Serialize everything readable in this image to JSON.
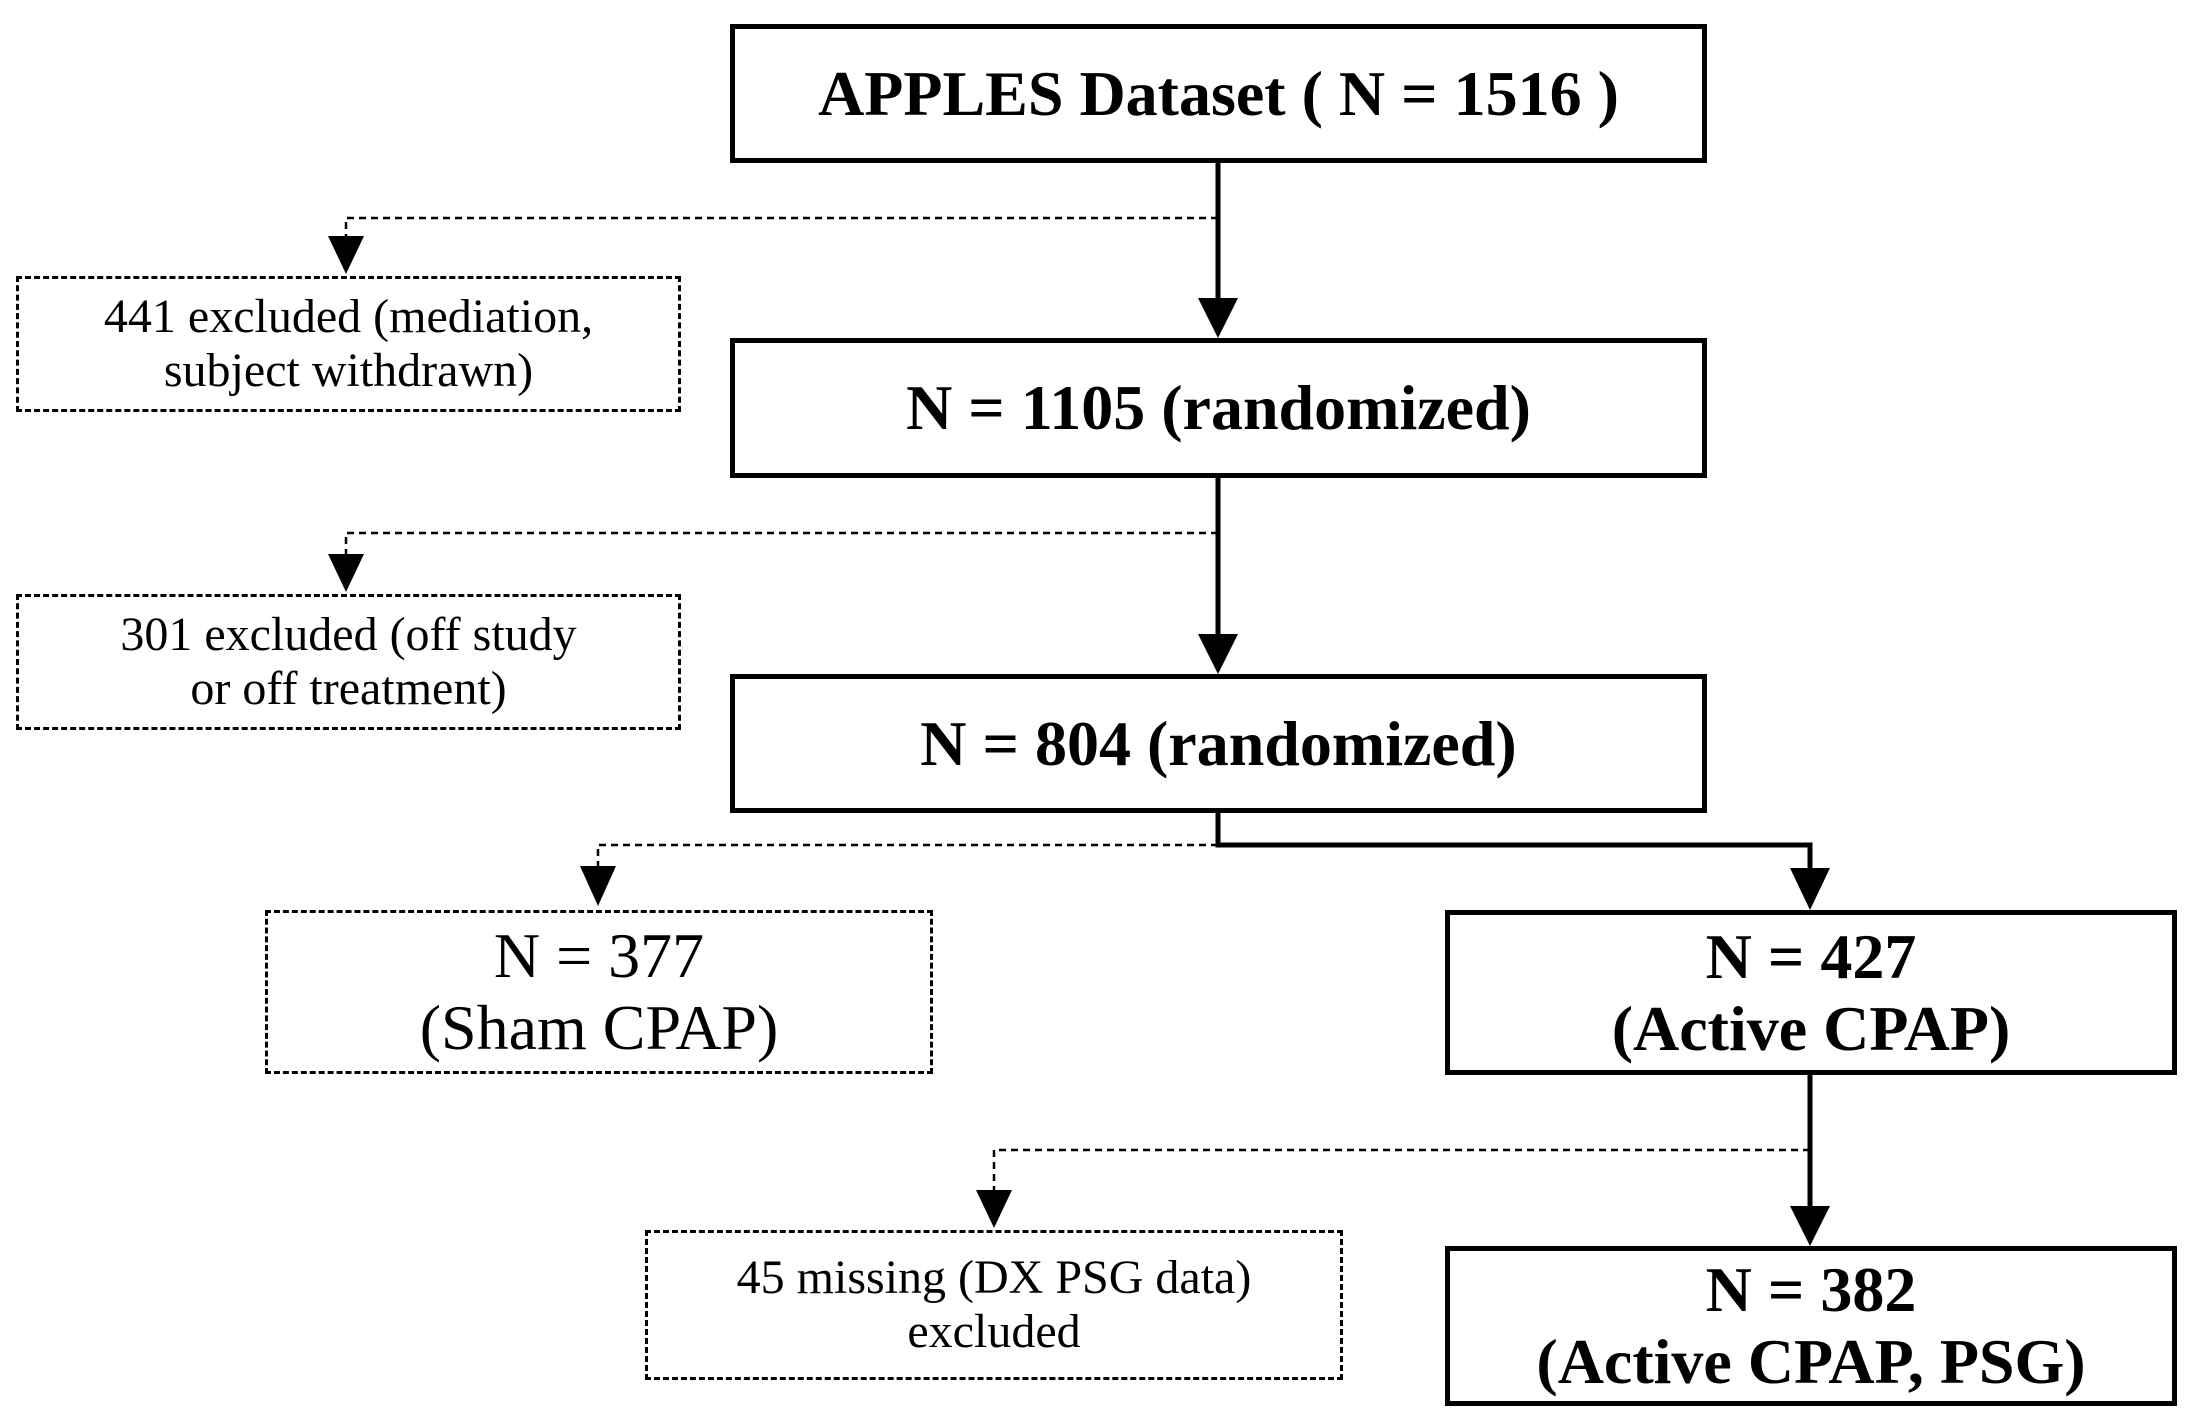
{
  "boxes": {
    "dataset": {
      "lines": [
        "APPLES Dataset ( N = 1516 )"
      ]
    },
    "excluded_441": {
      "lines": [
        "441 excluded (mediation,",
        "subject withdrawn)"
      ]
    },
    "randomized_1105": {
      "lines": [
        "N = 1105 (randomized)"
      ]
    },
    "excluded_301": {
      "lines": [
        "301 excluded (off study",
        "or off treatment)"
      ]
    },
    "randomized_804": {
      "lines": [
        "N = 804 (randomized)"
      ]
    },
    "sham_377": {
      "lines": [
        "N = 377",
        "(Sham CPAP)"
      ]
    },
    "active_427": {
      "lines": [
        "N = 427",
        "(Active CPAP)"
      ]
    },
    "missing_45": {
      "lines": [
        "45 missing (DX PSG data)",
        "excluded"
      ]
    },
    "active_psg_382": {
      "lines": [
        "N = 382",
        "(Active CPAP, PSG)"
      ]
    }
  }
}
